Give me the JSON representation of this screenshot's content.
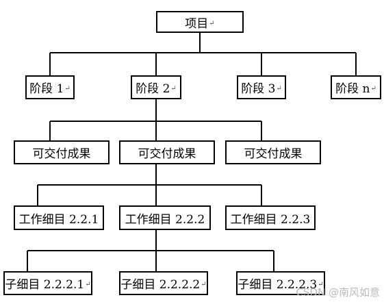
{
  "return_mark": "↵",
  "nodes": {
    "root": "项目",
    "stage1": "阶段 1",
    "stage2": "阶段 2",
    "stage3": "阶段 3",
    "stagen": "阶段 n",
    "deliv1": "可交付成果",
    "deliv2": "可交付成果",
    "deliv3": "可交付成果",
    "task1": "工作细目 2.2.1",
    "task2": "工作细目 2.2.2",
    "task3": "工作细目 2.2.3",
    "sub1": "子细目 2.2.2.1",
    "sub2": "子细目 2.2.2.2",
    "sub3": "子细目 2.2.2.3"
  },
  "watermark": "CSDN @南风如意"
}
